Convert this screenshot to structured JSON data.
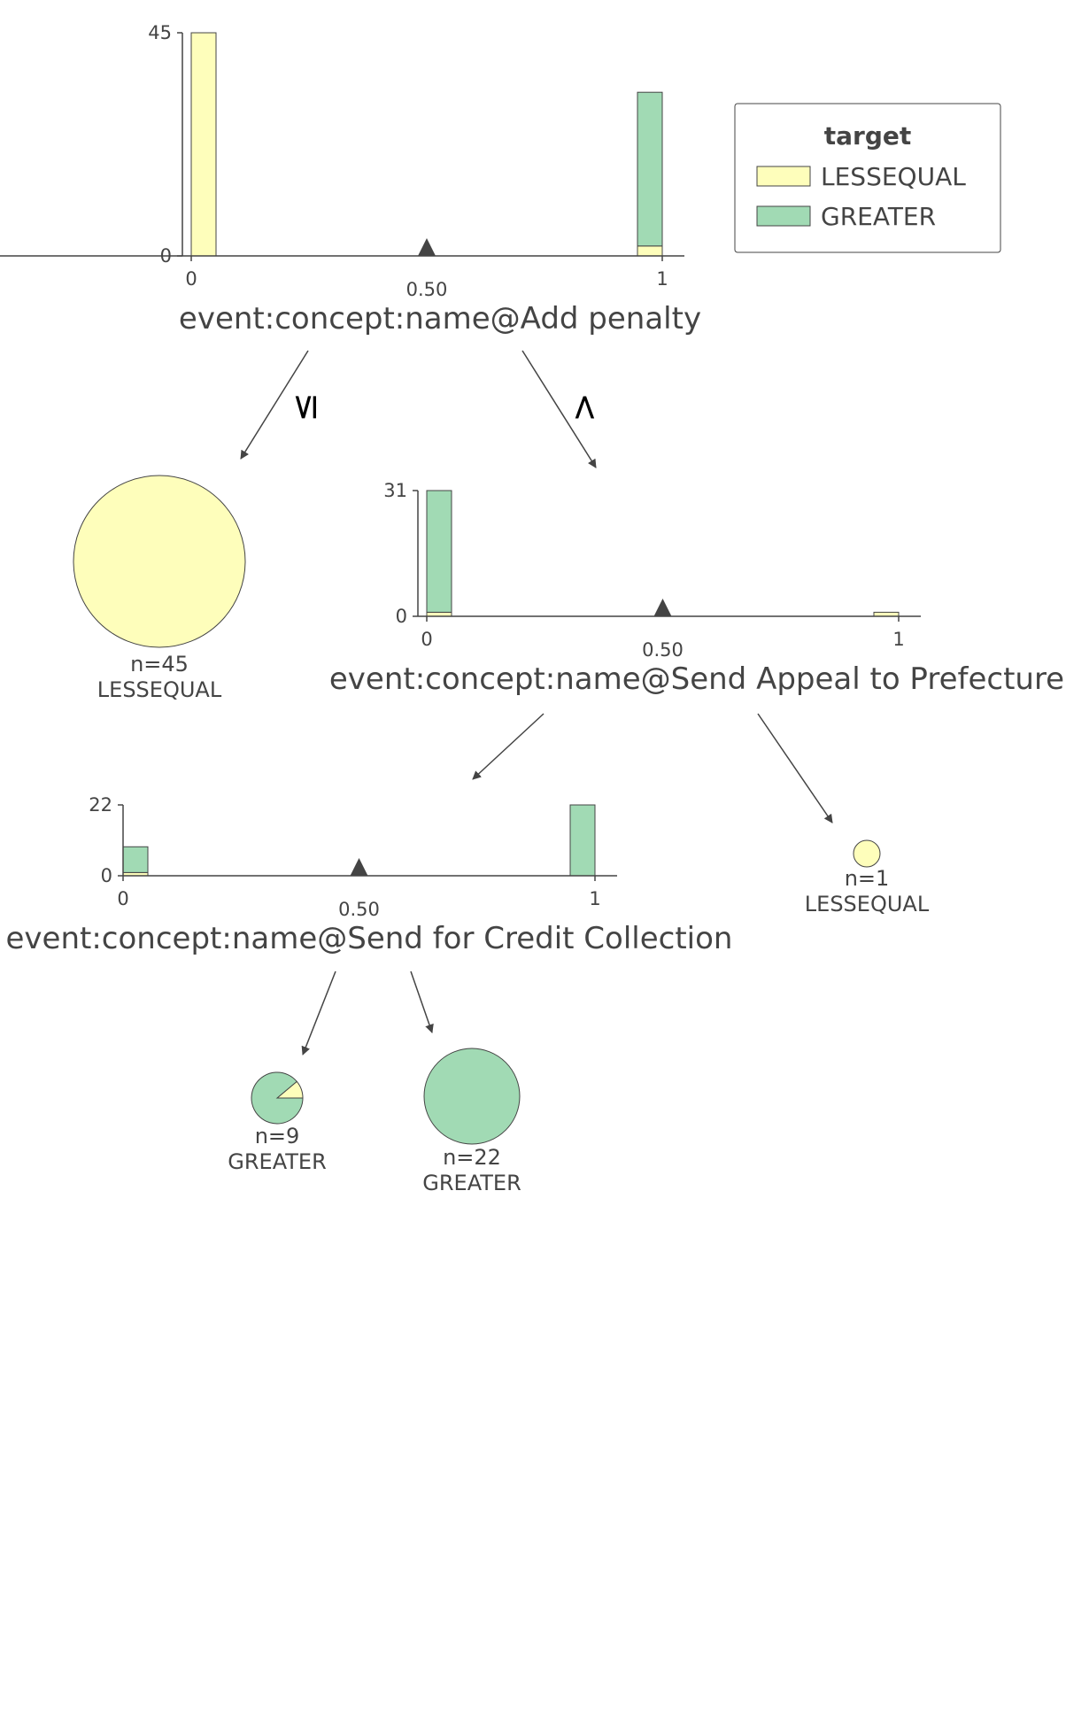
{
  "colors": {
    "LESSEQUAL": "#fefebb",
    "GREATER": "#a1dab4",
    "stroke": "#444444",
    "text": "#444444"
  },
  "legend": {
    "title": "target",
    "items": [
      {
        "label": "LESSEQUAL",
        "class": "LESSEQUAL"
      },
      {
        "label": "GREATER",
        "class": "GREATER"
      }
    ]
  },
  "edge_labels": {
    "left": "≤",
    "right": ">"
  },
  "chart_data": [
    {
      "type": "bar",
      "node": "root",
      "xlabel": "event:concept:name@Add penalty",
      "split": 0.5,
      "split_label": "0.50",
      "xticks": [
        "0",
        "1"
      ],
      "yticks": [
        "0",
        "45"
      ],
      "ylim": [
        0,
        45
      ],
      "bins": [
        0,
        1
      ],
      "series": [
        {
          "name": "LESSEQUAL",
          "values": [
            45,
            2
          ]
        },
        {
          "name": "GREATER",
          "values": [
            0,
            31
          ]
        }
      ]
    },
    {
      "type": "bar",
      "node": "right",
      "xlabel": "event:concept:name@Send Appeal to Prefecture",
      "split": 0.5,
      "split_label": "0.50",
      "xticks": [
        "0",
        "1"
      ],
      "yticks": [
        "0",
        "31"
      ],
      "ylim": [
        0,
        31
      ],
      "bins": [
        0,
        1
      ],
      "series": [
        {
          "name": "LESSEQUAL",
          "values": [
            1,
            1
          ]
        },
        {
          "name": "GREATER",
          "values": [
            30,
            0
          ]
        }
      ]
    },
    {
      "type": "bar",
      "node": "right-left",
      "xlabel": "event:concept:name@Send for Credit Collection",
      "split": 0.5,
      "split_label": "0.50",
      "xticks": [
        "0",
        "1"
      ],
      "yticks": [
        "0",
        "22"
      ],
      "ylim": [
        0,
        22
      ],
      "bins": [
        0,
        1
      ],
      "series": [
        {
          "name": "LESSEQUAL",
          "values": [
            1,
            0
          ]
        },
        {
          "name": "GREATER",
          "values": [
            8,
            22
          ]
        }
      ]
    }
  ],
  "leaves": [
    {
      "id": "leaf-left",
      "n_label": "n=45",
      "class_label": "LESSEQUAL",
      "counts": {
        "LESSEQUAL": 45,
        "GREATER": 0
      }
    },
    {
      "id": "leaf-right-right",
      "n_label": "n=1",
      "class_label": "LESSEQUAL",
      "counts": {
        "LESSEQUAL": 1,
        "GREATER": 0
      }
    },
    {
      "id": "leaf-rl-left",
      "n_label": "n=9",
      "class_label": "GREATER",
      "counts": {
        "LESSEQUAL": 1,
        "GREATER": 8
      }
    },
    {
      "id": "leaf-rl-right",
      "n_label": "n=22",
      "class_label": "GREATER",
      "counts": {
        "LESSEQUAL": 0,
        "GREATER": 22
      }
    }
  ]
}
